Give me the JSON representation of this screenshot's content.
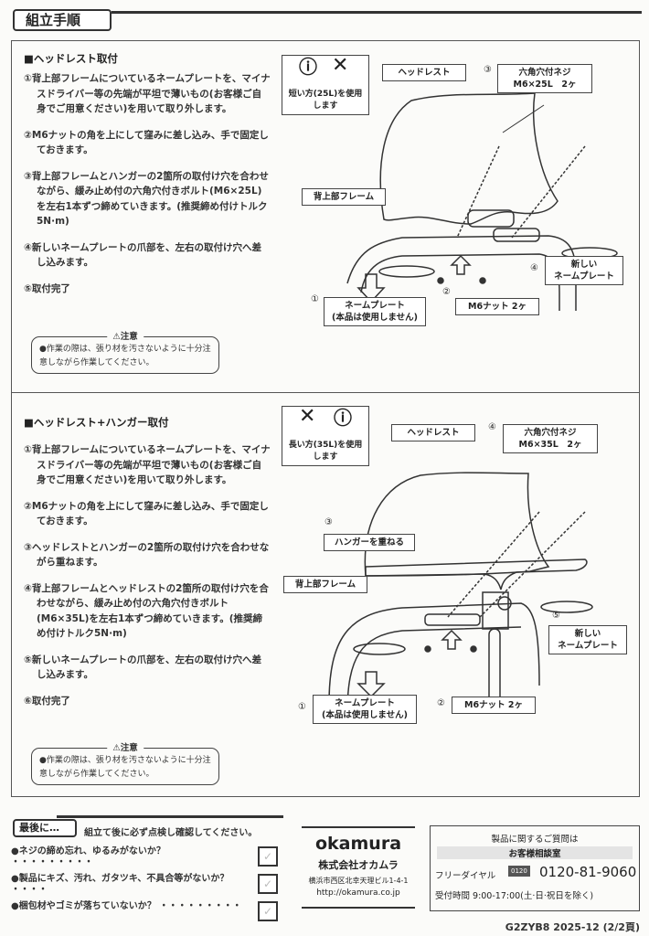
{
  "header": {
    "title": "組立手順"
  },
  "section1": {
    "heading": "■ヘッドレスト取付",
    "steps": [
      "①背上部フレームについているネームプレートを、マイナスドライバー等の先端が平坦で薄いもの(お客様ご自身でご用意ください)を用いて取り外します。",
      "②M6ナットの角を上にして窪みに差し込み、手で固定しておきます。",
      "③背上部フレームとハンガーの2箇所の取付け穴を合わせながら、緩み止め付の六角穴付きボルト(M6×25L)を左右1本ずつ締めていきます。(推奨締め付けトルク5N·m)",
      "④新しいネームプレートの爪部を、左右の取付け穴へ差し込みます。",
      "⑤取付完了"
    ],
    "caution_title": "⚠注意",
    "caution_text": "●作業の際は、張り材を汚さないように十分注意しながら作業してください。",
    "diagram": {
      "bolt_note": "短い方(25L)を使用します",
      "headrest": "ヘッドレスト",
      "screw_num": "③",
      "screw_line1": "六角穴付ネジ",
      "screw_line2": "M6×25L　2ヶ",
      "frame": "背上部フレーム",
      "plate_num": "①",
      "plate_line1": "ネームプレート",
      "plate_line2": "(本品は使用しません)",
      "nut_num": "②",
      "nut": "M6ナット 2ヶ",
      "new_num": "④",
      "new_line1": "新しい",
      "new_line2": "ネームプレート"
    }
  },
  "section2": {
    "heading": "■ヘッドレスト+ハンガー取付",
    "steps": [
      "①背上部フレームについているネームプレートを、マイナスドライバー等の先端が平坦で薄いもの(お客様ご自身でご用意ください)を用いて取り外します。",
      "②M6ナットの角を上にして窪みに差し込み、手で固定しておきます。",
      "③ヘッドレストとハンガーの2箇所の取付け穴を合わせながら重ねます。",
      "④背上部フレームとヘッドレストの2箇所の取付け穴を合わせながら、緩み止め付の六角穴付きボルト(M6×35L)を左右1本ずつ締めていきます。(推奨締め付けトルク5N·m)",
      "⑤新しいネームプレートの爪部を、左右の取付け穴へ差し込みます。",
      "⑥取付完了"
    ],
    "caution_title": "⚠注意",
    "caution_text": "●作業の際は、張り材を汚さないように十分注意しながら作業してください。",
    "diagram": {
      "bolt_note": "長い方(35L)を使用します",
      "headrest": "ヘッドレスト",
      "screw_num": "④",
      "screw_line1": "六角穴付ネジ",
      "screw_line2": "M6×35L　2ヶ",
      "hanger_num": "③",
      "hanger": "ハンガーを重ねる",
      "frame": "背上部フレーム",
      "plate_num": "①",
      "plate_line1": "ネームプレート",
      "plate_line2": "(本品は使用しません)",
      "nut_num": "②",
      "nut": "M6ナット 2ヶ",
      "new_num": "⑤",
      "new_line1": "新しい",
      "new_line2": "ネームプレート"
    }
  },
  "final": {
    "tab": "最後に…",
    "intro": "組立て後に必ず点検し確認してください。",
    "checks": [
      "●ネジの締め忘れ、ゆるみがないか？ ・・・・・・・・・",
      "●製品にキズ、汚れ、ガタツキ、不具合等がないか？ ・・・・",
      "●梱包材やゴミが落ちていないか？ ・・・・・・・・・"
    ]
  },
  "company": {
    "logo": "okamura",
    "name": "株式会社オカムラ",
    "address": "横浜市西区北幸天理ビル1-4-1",
    "url": "http://okamura.co.jp"
  },
  "contact": {
    "title": "製品に関するご質問は",
    "dept": "お客様相談室",
    "freedial_label": "フリーダイヤル",
    "freedial_icon": "0120",
    "phone": "0120-81-9060",
    "hours": "受付時間 9:00-17:00(土·日·祝日を除く)"
  },
  "footer": {
    "code": "G2ZYB8 2025-12 (2/2頁)"
  }
}
